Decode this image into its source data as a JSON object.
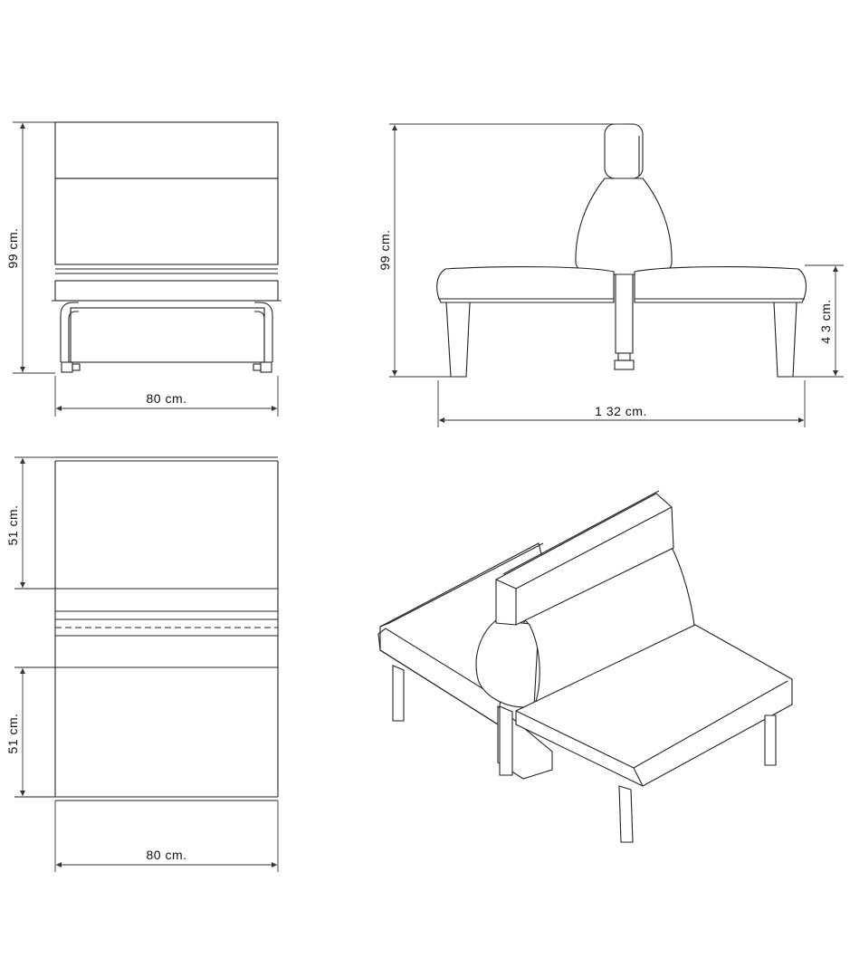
{
  "dimensions": {
    "front_height": "99 cm.",
    "front_width": "80 cm.",
    "side_height": "99 cm.",
    "side_seat_height": "4 3 cm.",
    "side_width": "1 32 cm.",
    "top_depth_upper": "51 cm.",
    "top_depth_lower": "51 cm.",
    "top_width": "80 cm."
  }
}
